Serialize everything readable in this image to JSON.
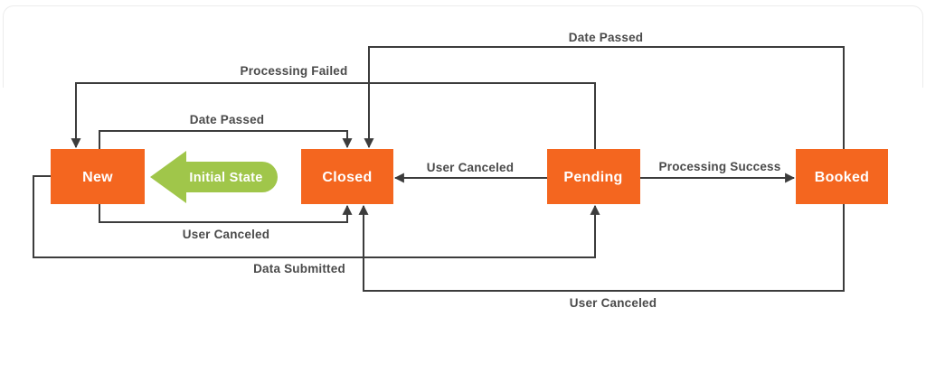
{
  "diagram": {
    "type": "state-machine",
    "states": [
      {
        "id": "new",
        "label": "New"
      },
      {
        "id": "closed",
        "label": "Closed"
      },
      {
        "id": "pending",
        "label": "Pending"
      },
      {
        "id": "booked",
        "label": "Booked"
      }
    ],
    "initial_marker": {
      "label": "Initial State",
      "points_to": "New"
    },
    "transitions": [
      {
        "from": "Booked",
        "to": "Closed",
        "label": "Date Passed"
      },
      {
        "from": "Pending",
        "to": "New",
        "label": "Processing Failed"
      },
      {
        "from": "New",
        "to": "Closed",
        "label": "Date Passed"
      },
      {
        "from": "Pending",
        "to": "Closed",
        "label": "User Canceled"
      },
      {
        "from": "Pending",
        "to": "Booked",
        "label": "Processing Success"
      },
      {
        "from": "New",
        "to": "Closed",
        "label": "User Canceled"
      },
      {
        "from": "New",
        "to": "Pending",
        "label": "Data Submitted"
      },
      {
        "from": "Booked",
        "to": "Closed",
        "label": "User Canceled"
      }
    ],
    "colors": {
      "state_fill": "#F4661F",
      "state_label": "#FFFFFF",
      "initial_fill": "#A0C64A",
      "initial_label": "#FFFFFF",
      "line": "#3C3C3C",
      "transition_label": "#4A4A4A",
      "background": "#FFFFFF"
    }
  }
}
